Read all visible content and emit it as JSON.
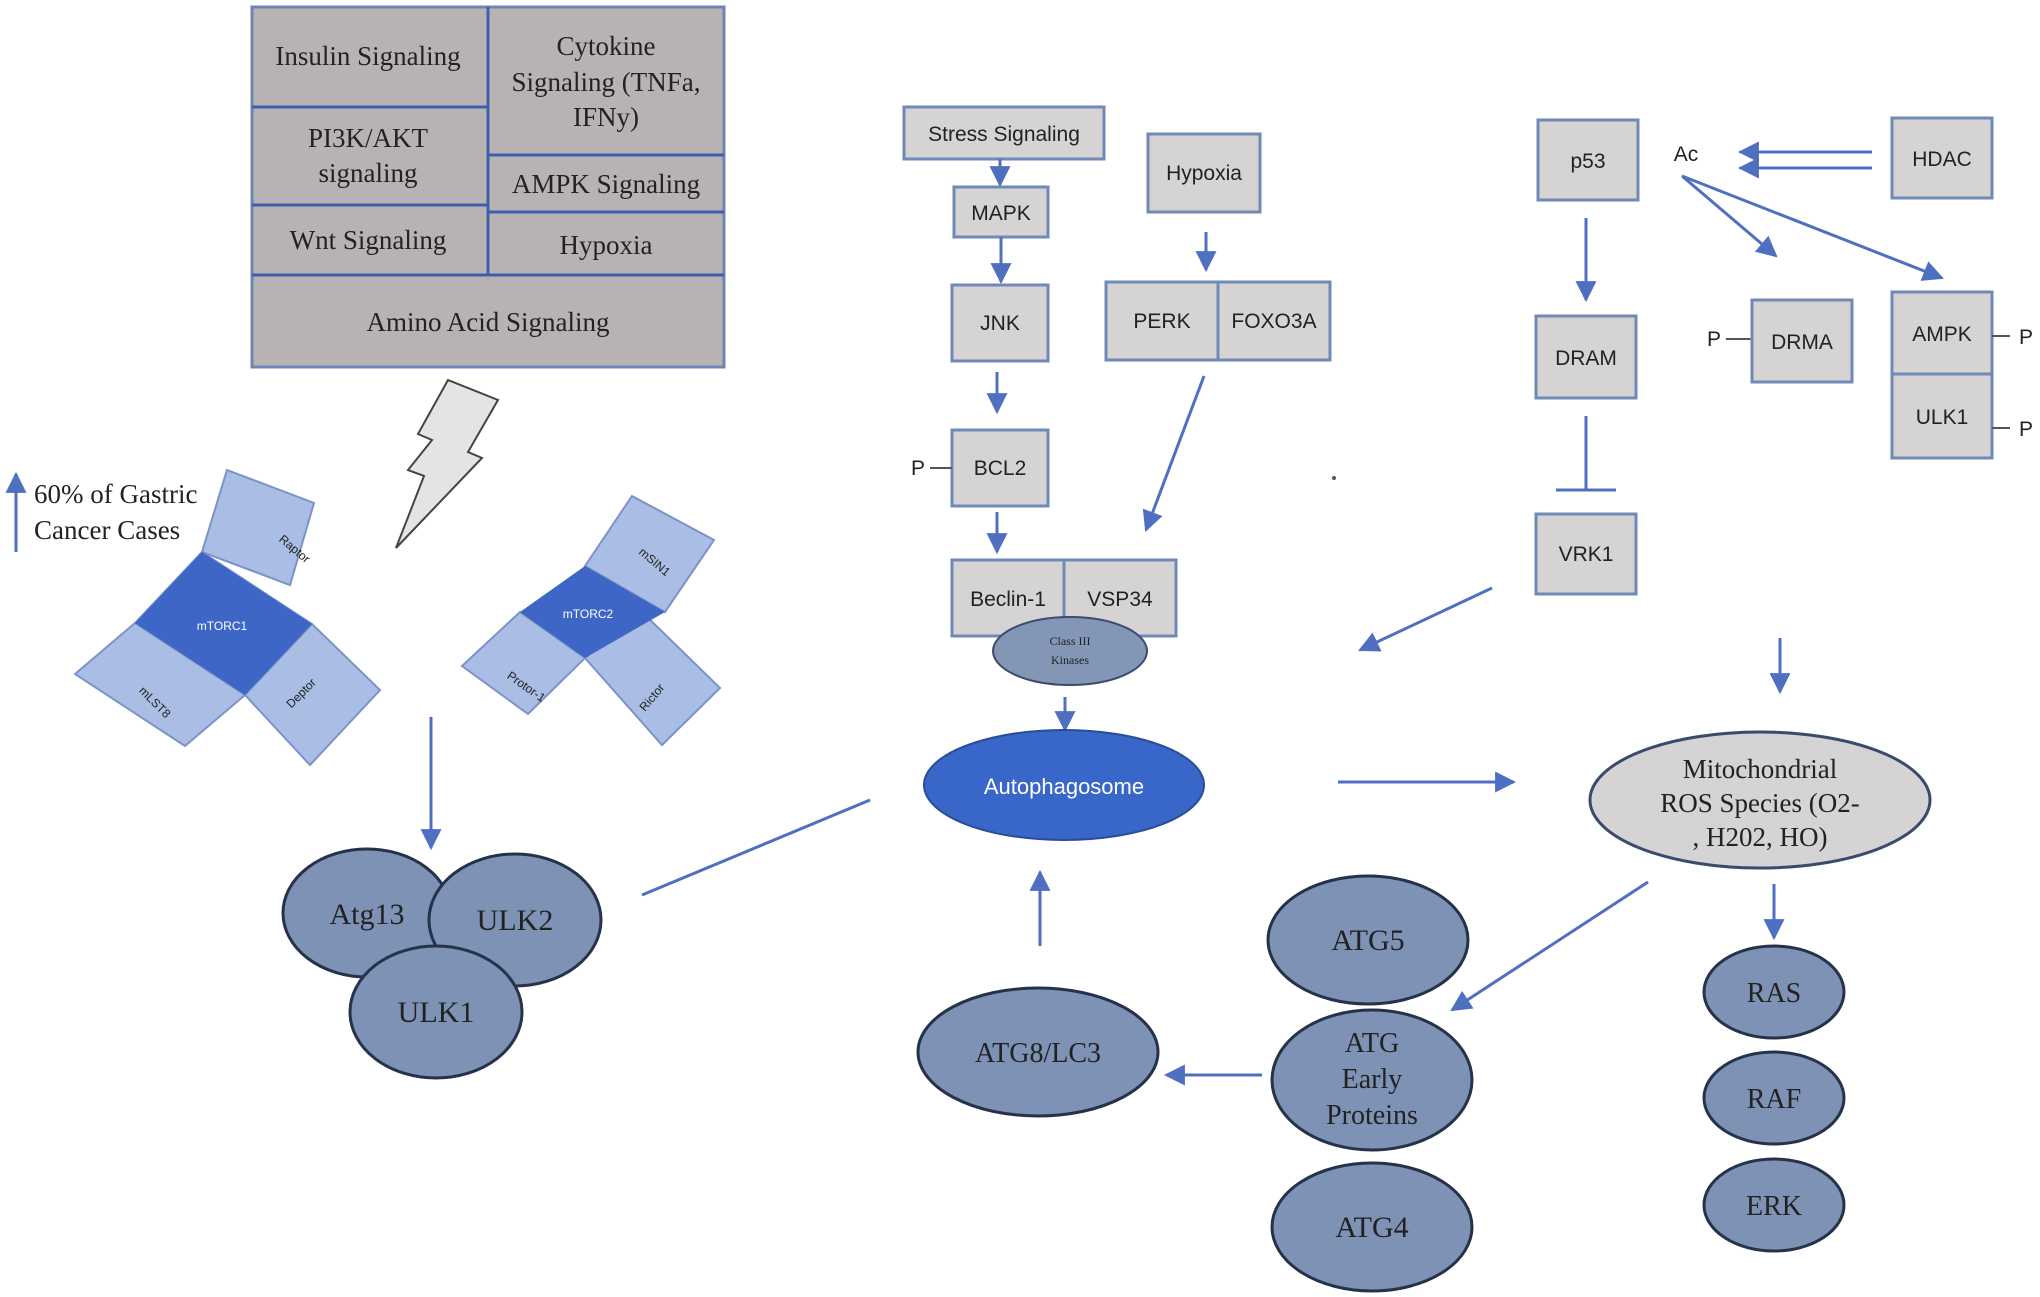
{
  "upstream_panel": {
    "insulin": "Insulin Signaling",
    "cytokine": [
      "Cytokine",
      "Signaling (TNFa,",
      "IFNy)"
    ],
    "pi3k": [
      "PI3K/AKT",
      "signaling"
    ],
    "ampk": "AMPK Signaling",
    "wnt": "Wnt Signaling",
    "hypoxia": "Hypoxia",
    "amino": "Amino Acid Signaling"
  },
  "annotation": [
    "60% of Gastric",
    "Cancer Cases"
  ],
  "mtorc1": {
    "center": "mTORC1",
    "raptor": "Raptor",
    "mlst8": "mLST8",
    "deptor": "Deptor"
  },
  "mtorc2": {
    "center": "mTORC2",
    "msin1": "mSIN1",
    "protor": "Protor-1",
    "rictor": "Rictor"
  },
  "ulk_complex": {
    "atg13": "Atg13",
    "ulk2": "ULK2",
    "ulk1": "ULK1"
  },
  "stress_path": {
    "stress": "Stress Signaling",
    "mapk": "MAPK",
    "jnk": "JNK",
    "bcl2": "BCL2",
    "p": "P",
    "beclin": "Beclin-1",
    "vsp34": "VSP34",
    "class3": [
      "Class III",
      "Kinases"
    ]
  },
  "hypoxia_path": {
    "hypoxia": "Hypoxia",
    "perk": "PERK",
    "foxo3a": "FOXO3A"
  },
  "p53_path": {
    "p53": "p53",
    "ac": "Ac",
    "hdac": "HDAC",
    "dram": "DRAM",
    "vrk1": "VRK1",
    "drma": "DRMA",
    "ampk": "AMPK",
    "ulk1": "ULK1",
    "p": "P"
  },
  "autophagosome": "Autophagosome",
  "mito": [
    "Mitochondrial",
    "ROS Species (O2-",
    ", H202, HO)"
  ],
  "atg": {
    "atg5": "ATG5",
    "early": [
      "ATG",
      "Early",
      "Proteins"
    ],
    "atg4": "ATG4",
    "atg8": "ATG8/LC3"
  },
  "mapk_cascade": {
    "ras": "RAS",
    "raf": "RAF",
    "erk": "ERK"
  },
  "colors": {
    "grey_box": "#d5d3d3",
    "dark_grey_box": "#b7b3b3",
    "blue_oval": "#7d92b4",
    "autophagosome": "#3866c9",
    "mtor_dark": "#3e66c6",
    "mtor_light": "#aabde4",
    "arrow": "#4f6fc0"
  }
}
